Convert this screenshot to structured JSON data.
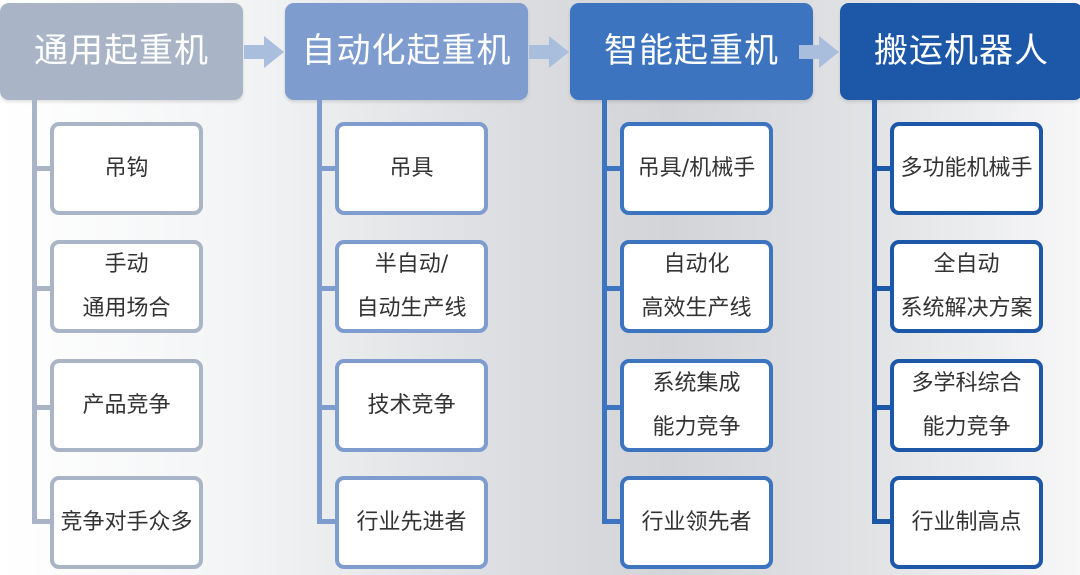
{
  "stages": [
    {
      "title": "通用起重机",
      "header_color": "#a9b5c6",
      "line_color": "#a9b5c6",
      "items": [
        {
          "lines": [
            "吊钩"
          ]
        },
        {
          "lines": [
            "手动",
            "通用场合"
          ]
        },
        {
          "lines": [
            "产品竞争"
          ]
        },
        {
          "lines": [
            "竞争对手众多"
          ]
        }
      ]
    },
    {
      "title": "自动化起重机",
      "header_color": "#7e9ccd",
      "line_color": "#7e9ccd",
      "items": [
        {
          "lines": [
            "吊具"
          ]
        },
        {
          "lines": [
            "半自动/",
            "自动生产线"
          ]
        },
        {
          "lines": [
            "技术竞争"
          ]
        },
        {
          "lines": [
            "行业先进者"
          ]
        }
      ]
    },
    {
      "title": "智能起重机",
      "header_color": "#3d74c0",
      "line_color": "#3d74c0",
      "items": [
        {
          "lines": [
            "吊具/机械手"
          ]
        },
        {
          "lines": [
            "自动化",
            "高效生产线"
          ]
        },
        {
          "lines": [
            "系统集成",
            "能力竞争"
          ]
        },
        {
          "lines": [
            "行业领先者"
          ]
        }
      ]
    },
    {
      "title": "搬运机器人",
      "header_color": "#1d57a8",
      "line_color": "#1d57a8",
      "items": [
        {
          "lines": [
            "多功能机械手"
          ]
        },
        {
          "lines": [
            "全自动",
            "系统解决方案"
          ]
        },
        {
          "lines": [
            "多学科综合",
            "能力竞争"
          ]
        },
        {
          "lines": [
            "行业制高点"
          ]
        }
      ]
    }
  ],
  "arrow_color": "#a9bddd"
}
